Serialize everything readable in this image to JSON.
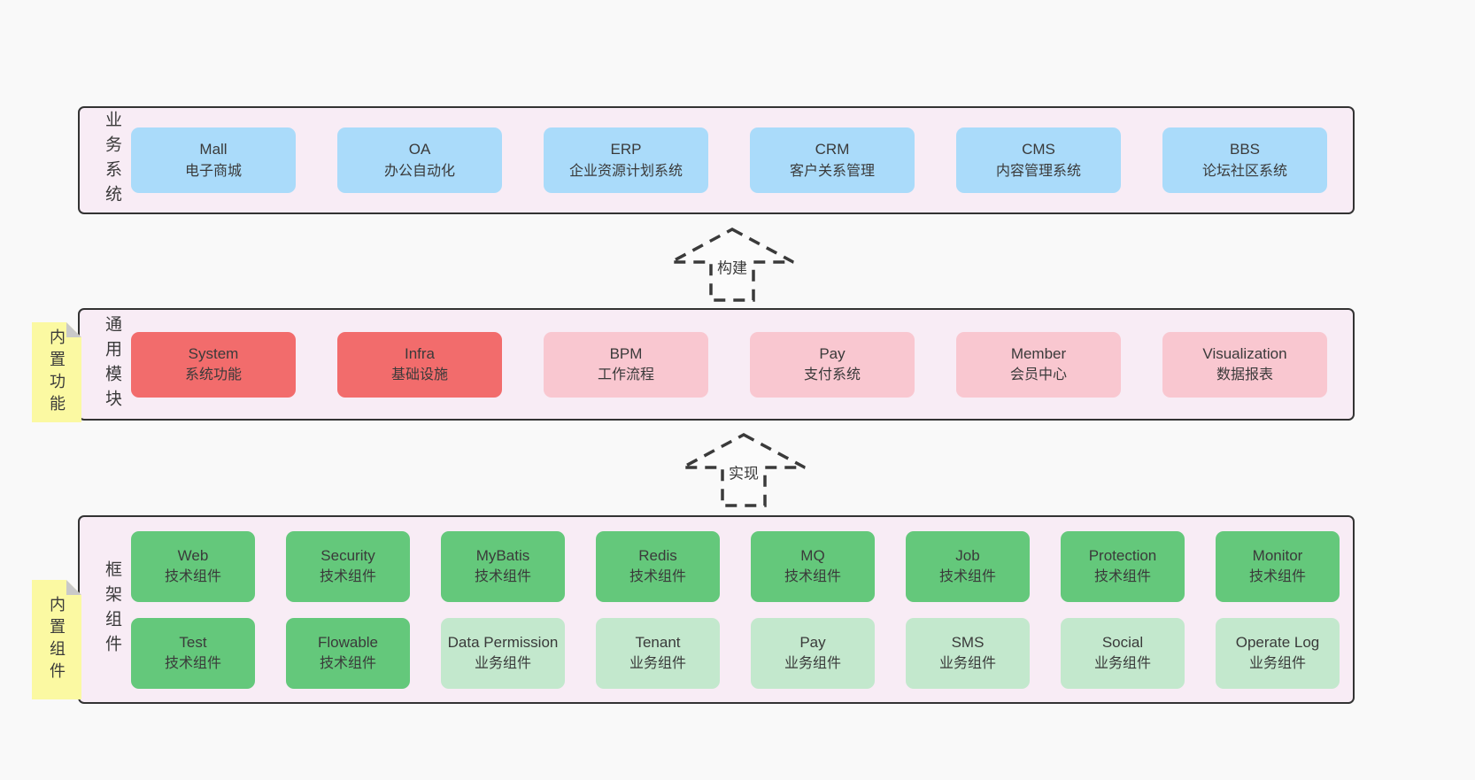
{
  "colors": {
    "page_bg": "#f9f9f9",
    "layer_bg": "#f8ecf5",
    "layer_border": "#333333",
    "text": "#3a3a3a",
    "blue": "#aadbfa",
    "red": "#f26c6c",
    "pink": "#f9c7d0",
    "green_dark": "#64c87b",
    "green_light": "#c3e8cd",
    "sticky_yellow": "#fbf9a2",
    "sticky_fold": "#c9c9c9",
    "arrow_fill": "#fbfbfb",
    "arrow_stroke": "#3a3a3a"
  },
  "layers": [
    {
      "label": "业务系统",
      "sticky": "",
      "boxes": [
        {
          "name": "Mall",
          "subtitle": "电子商城",
          "variant": "blue"
        },
        {
          "name": "OA",
          "subtitle": "办公自动化",
          "variant": "blue"
        },
        {
          "name": "ERP",
          "subtitle": "企业资源计划系统",
          "variant": "blue"
        },
        {
          "name": "CRM",
          "subtitle": "客户关系管理",
          "variant": "blue"
        },
        {
          "name": "CMS",
          "subtitle": "内容管理系统",
          "variant": "blue"
        },
        {
          "name": "BBS",
          "subtitle": "论坛社区系统",
          "variant": "blue"
        }
      ]
    },
    {
      "label": "通用模块",
      "sticky": "内置功能",
      "boxes": [
        {
          "name": "System",
          "subtitle": "系统功能",
          "variant": "red"
        },
        {
          "name": "Infra",
          "subtitle": "基础设施",
          "variant": "red"
        },
        {
          "name": "BPM",
          "subtitle": "工作流程",
          "variant": "pink"
        },
        {
          "name": "Pay",
          "subtitle": "支付系统",
          "variant": "pink"
        },
        {
          "name": "Member",
          "subtitle": "会员中心",
          "variant": "pink"
        },
        {
          "name": "Visualization",
          "subtitle": "数据报表",
          "variant": "pink"
        }
      ]
    },
    {
      "label": "框架组件",
      "sticky": "内置组件",
      "boxes": [
        {
          "name": "Web",
          "subtitle": "技术组件",
          "variant": "green_dark"
        },
        {
          "name": "Security",
          "subtitle": "技术组件",
          "variant": "green_dark"
        },
        {
          "name": "MyBatis",
          "subtitle": "技术组件",
          "variant": "green_dark"
        },
        {
          "name": "Redis",
          "subtitle": "技术组件",
          "variant": "green_dark"
        },
        {
          "name": "MQ",
          "subtitle": "技术组件",
          "variant": "green_dark"
        },
        {
          "name": "Job",
          "subtitle": "技术组件",
          "variant": "green_dark"
        },
        {
          "name": "Protection",
          "subtitle": "技术组件",
          "variant": "green_dark"
        },
        {
          "name": "Monitor",
          "subtitle": "技术组件",
          "variant": "green_dark"
        },
        {
          "name": "Test",
          "subtitle": "技术组件",
          "variant": "green_dark"
        },
        {
          "name": "Flowable",
          "subtitle": "技术组件",
          "variant": "green_dark"
        },
        {
          "name": "Data Permission",
          "subtitle": "业务组件",
          "variant": "green_light"
        },
        {
          "name": "Tenant",
          "subtitle": "业务组件",
          "variant": "green_light"
        },
        {
          "name": "Pay",
          "subtitle": "业务组件",
          "variant": "green_light"
        },
        {
          "name": "SMS",
          "subtitle": "业务组件",
          "variant": "green_light"
        },
        {
          "name": "Social",
          "subtitle": "业务组件",
          "variant": "green_light"
        },
        {
          "name": "Operate Log",
          "subtitle": "业务组件",
          "variant": "green_light"
        }
      ]
    }
  ],
  "arrows": [
    {
      "label": "构建"
    },
    {
      "label": "实现"
    }
  ]
}
